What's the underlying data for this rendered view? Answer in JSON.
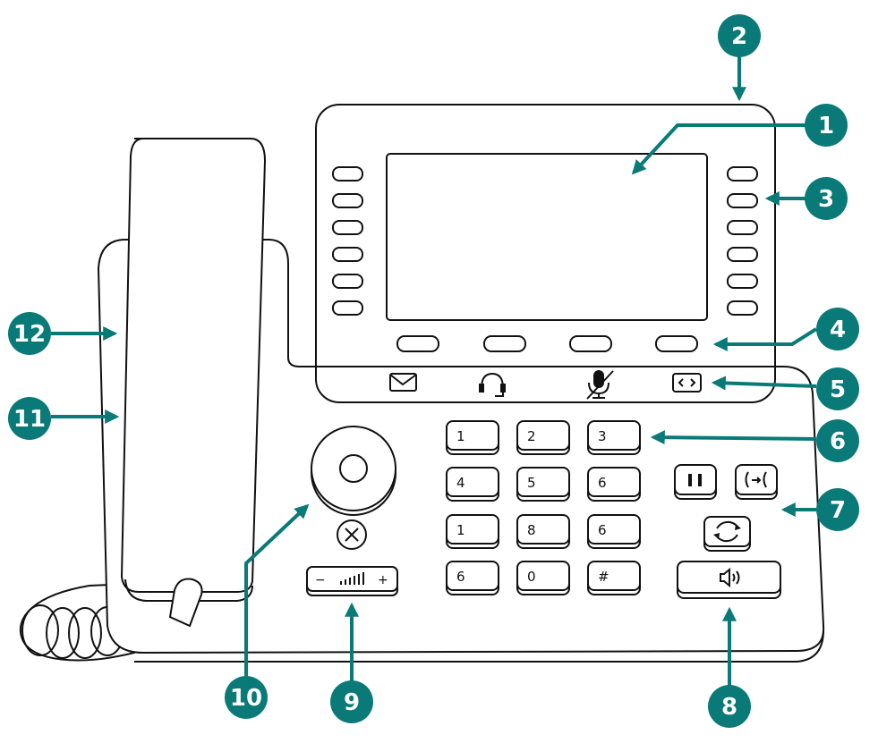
{
  "accent_color": "#0a7a78",
  "callouts": [
    "1",
    "2",
    "3",
    "4",
    "5",
    "6",
    "7",
    "8",
    "9",
    "10",
    "11",
    "12"
  ],
  "keypad": [
    "1",
    "2",
    "3",
    "4",
    "5",
    "6",
    "1",
    "8",
    "6",
    "6",
    "0",
    "#"
  ],
  "icons": {
    "status_row": [
      "envelope-icon",
      "headset-icon",
      "mute-microphone-icon",
      "navigation-arrows-icon"
    ],
    "function_keys": [
      "hold-icon",
      "transfer-icon",
      "redial-icon",
      "speaker-icon"
    ]
  },
  "volume": {
    "minus": "−",
    "plus": "+"
  }
}
